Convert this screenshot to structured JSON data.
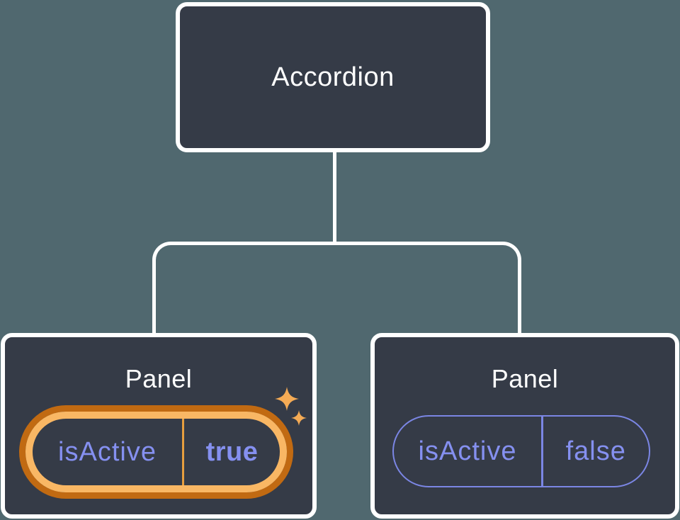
{
  "colors": {
    "background": "#50686F",
    "card": "#353B47",
    "card_border": "#FFFFFF",
    "connector": "#FFFFFF",
    "text_title": "#FFFFFF",
    "prop_text": "#8590F0",
    "pill_border": "#7B86E4",
    "highlight_outer": "#C16A12",
    "highlight_inner": "#F9B764",
    "highlight_divider": "#E79E3E",
    "sparkle": "#F5AB55"
  },
  "tree": {
    "root": {
      "title": "Accordion"
    },
    "children": [
      {
        "title": "Panel",
        "prop_name": "isActive",
        "prop_value": "true",
        "highlighted": true
      },
      {
        "title": "Panel",
        "prop_name": "isActive",
        "prop_value": "false",
        "highlighted": false
      }
    ]
  }
}
